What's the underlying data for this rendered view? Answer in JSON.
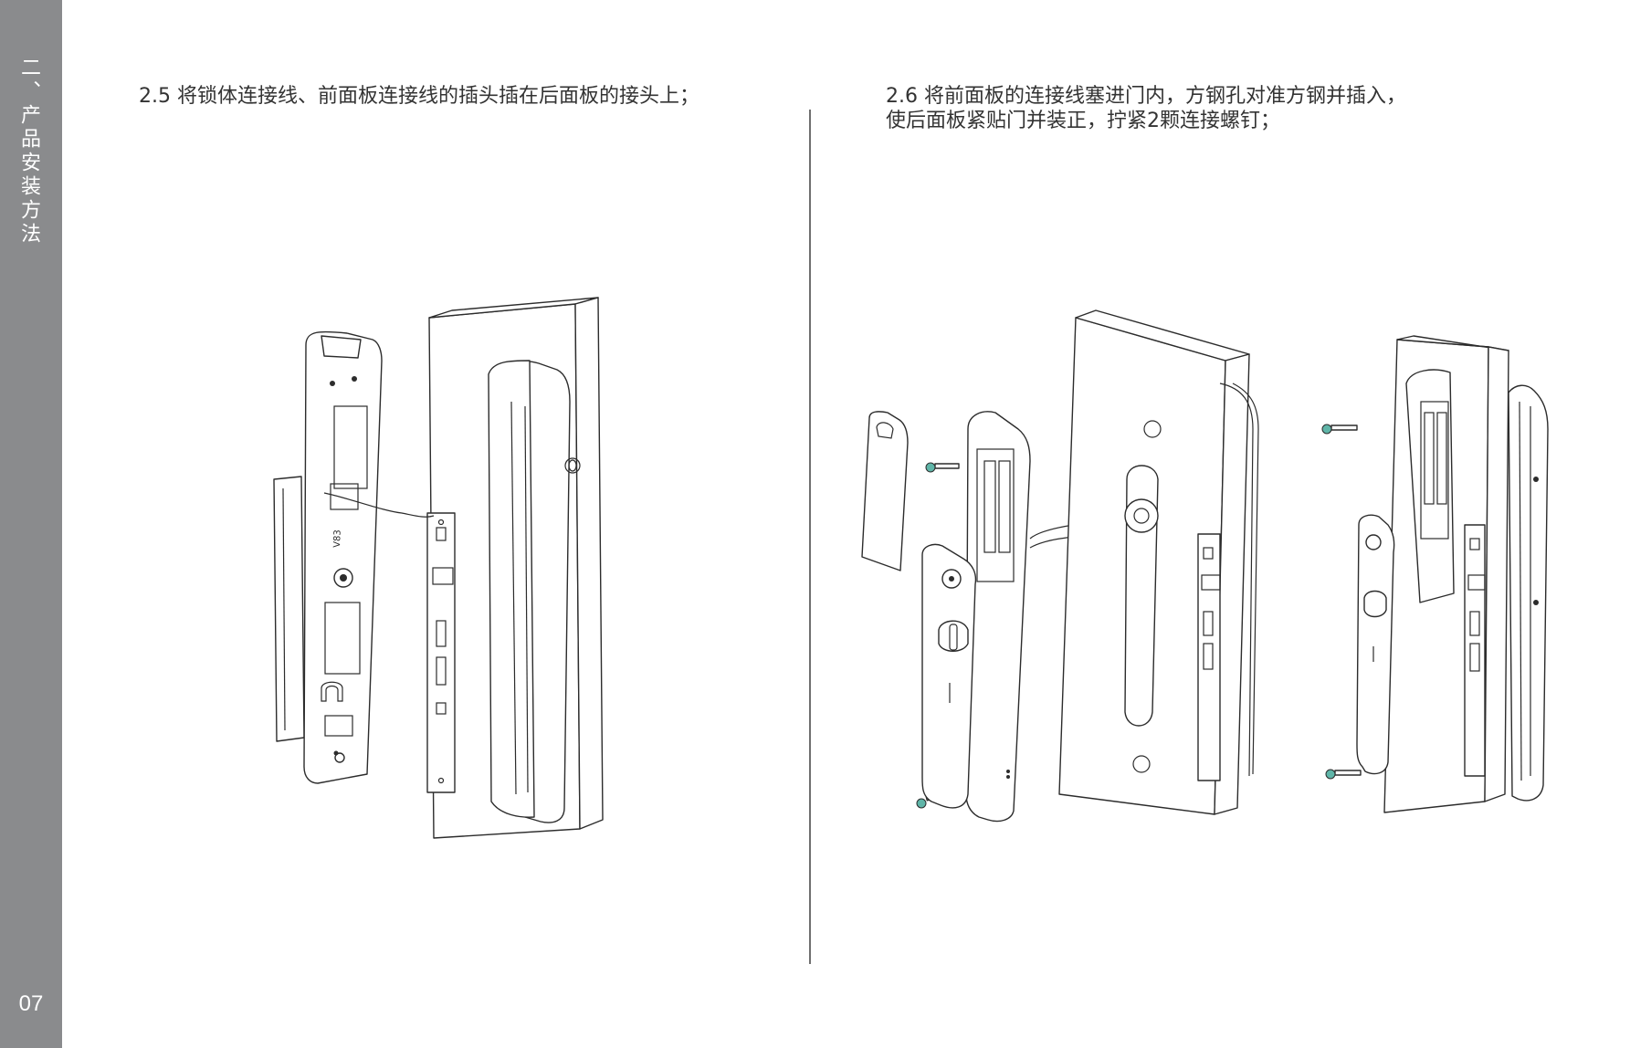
{
  "sidebar": {
    "section_title": "二、产品安装方法",
    "page_number": "07"
  },
  "steps": [
    {
      "text_lines": [
        "2.5 将锁体连接线、前面板连接线的插头插在后面板的接头上；"
      ]
    },
    {
      "text_lines": [
        "2.6 将前面板的连接线塞进门内，方钢孔对准方钢并插入，",
        "使后面板紧贴门并装正，拧紧2颗连接螺钉；"
      ]
    }
  ],
  "labels": {
    "model_mark": "V83"
  },
  "colors": {
    "sidebar": "#8a8b8d",
    "text": "#333333",
    "screw_tip": "#5fb5a8"
  }
}
